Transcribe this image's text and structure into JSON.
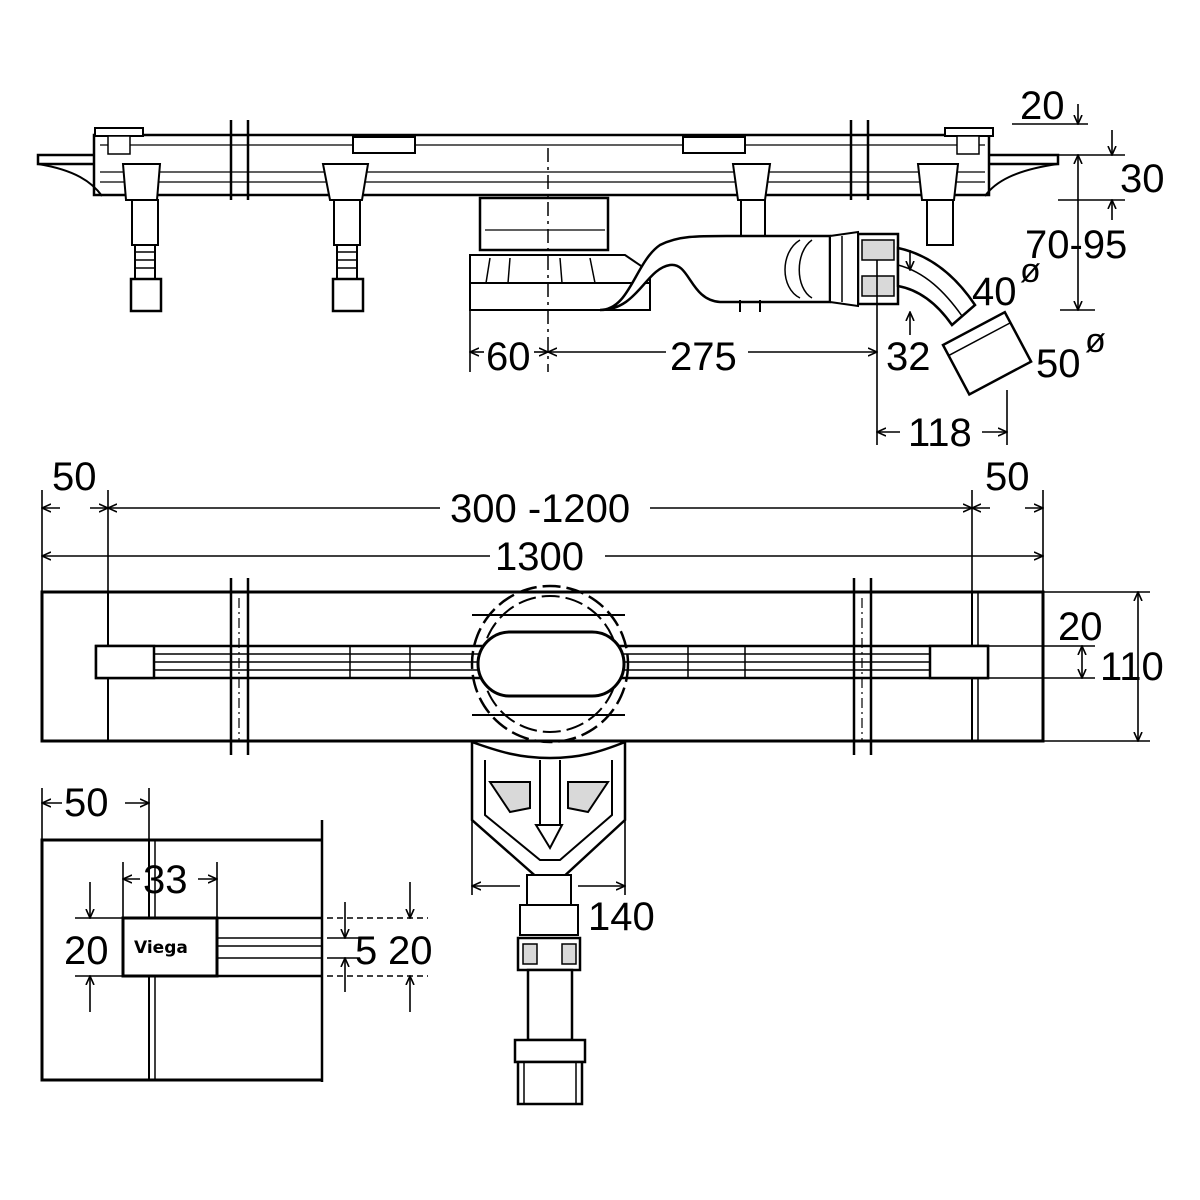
{
  "colors": {
    "line": "#000000",
    "fill": "#ffffff",
    "shade": "#d9d9d9"
  },
  "brand": "Viega",
  "side_view": {
    "dims": {
      "offset_top": "20",
      "thickness": "30",
      "height_range": "70-95",
      "pipe_dia_1": "40",
      "pipe_dia_2": "50",
      "foot_offset": "60",
      "outlet_dist": "275",
      "outlet_height": "32",
      "elbow_len": "118"
    },
    "diameter_symbol": "ø"
  },
  "top_view": {
    "dims": {
      "margin_left": "50",
      "channel_len": "300 -1200",
      "margin_right": "50",
      "total_len": "1300",
      "slot_width": "20",
      "total_width": "110",
      "outlet_width": "140"
    }
  },
  "detail_view": {
    "dims": {
      "edge": "50",
      "cap_len": "33",
      "cap_height": "20",
      "gap": "5",
      "slot_height": "20"
    }
  }
}
